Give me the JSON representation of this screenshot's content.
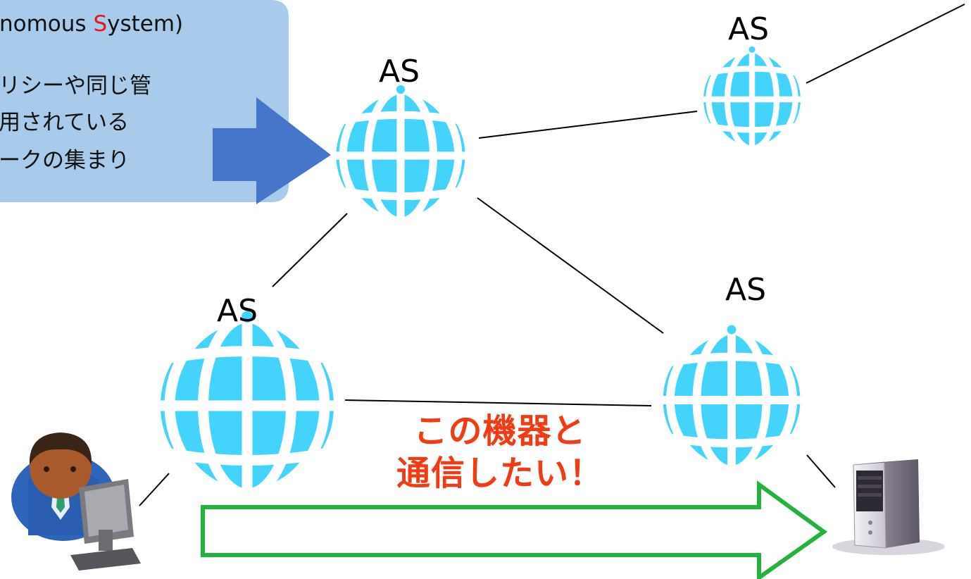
{
  "callout": {
    "title_prefix": "nomous ",
    "title_highlight": "S",
    "title_suffix": "ystem)",
    "lines": [
      "リシーや同じ管",
      "用されている",
      "ークの集まり"
    ]
  },
  "nodes": {
    "as_top_left": "AS",
    "as_top_right": "AS",
    "as_bottom_left": "AS",
    "as_bottom_right": "AS"
  },
  "message": {
    "line1": "この機器と",
    "line2": "通信したい！"
  },
  "colors": {
    "globe": "#44d4fb",
    "callout_bg": "#a9cbeb",
    "callout_arrow": "#4576c9",
    "message": "#f23b12",
    "path_arrow": "#23b33c"
  }
}
